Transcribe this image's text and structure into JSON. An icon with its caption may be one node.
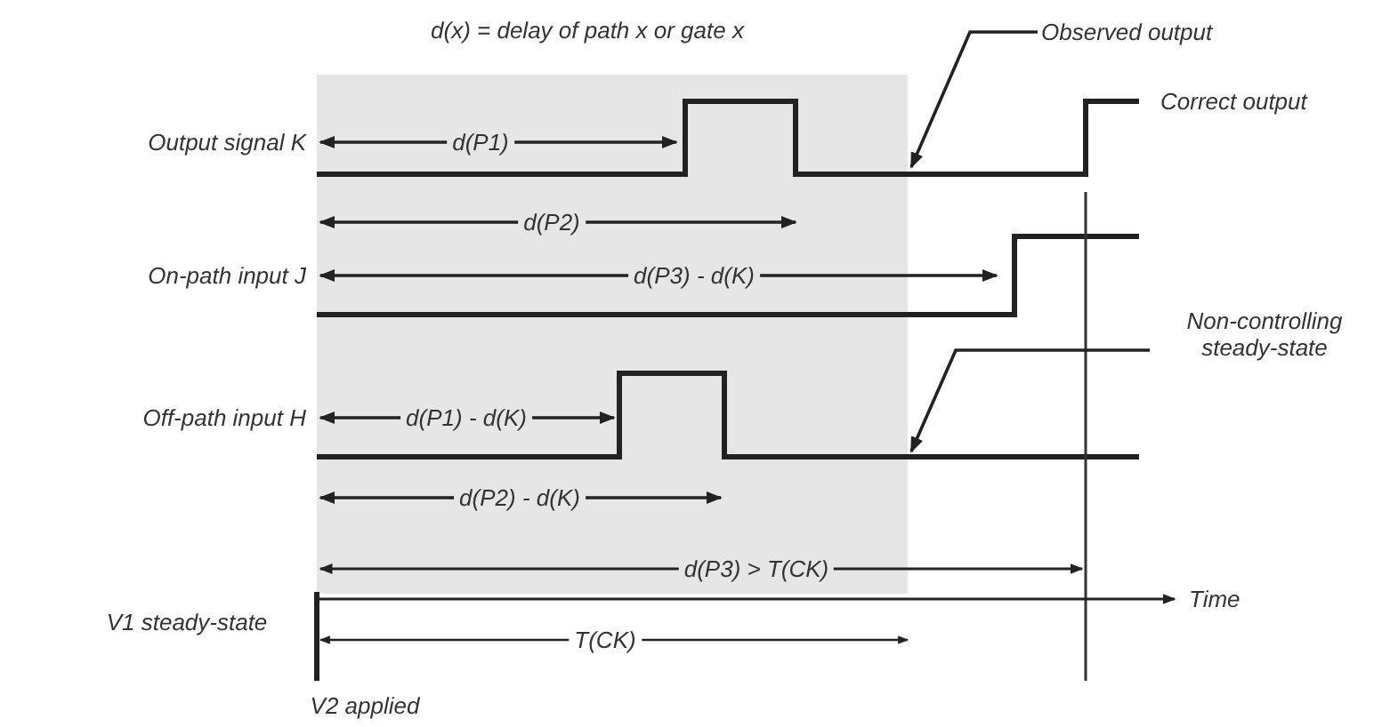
{
  "diagram": {
    "nodes": [
      {
        "text": [
          "Observed output"
        ]
      },
      {
        "text": [
          "Non-controlling steady-state"
        ]
      }
    ],
    "edges": [
      {
        "from": 0,
        "to": null,
        "arrow": "to"
      },
      {
        "from": 1,
        "to": null,
        "arrow": "to"
      }
    ],
    "labels": [
      "d(x) = delay of path x or gate x",
      "Output signal K",
      "d(P1)",
      "Correct output",
      "d(P2)",
      "On-path input J",
      "d(P3) - d(K)",
      "Off-path input H",
      "d(P1) - d(K)",
      "d(P2) - d(K)",
      "d(P3) > T(CK)",
      "V1 steady-state",
      "Time",
      "T(CK)",
      "V2 applied"
    ]
  }
}
